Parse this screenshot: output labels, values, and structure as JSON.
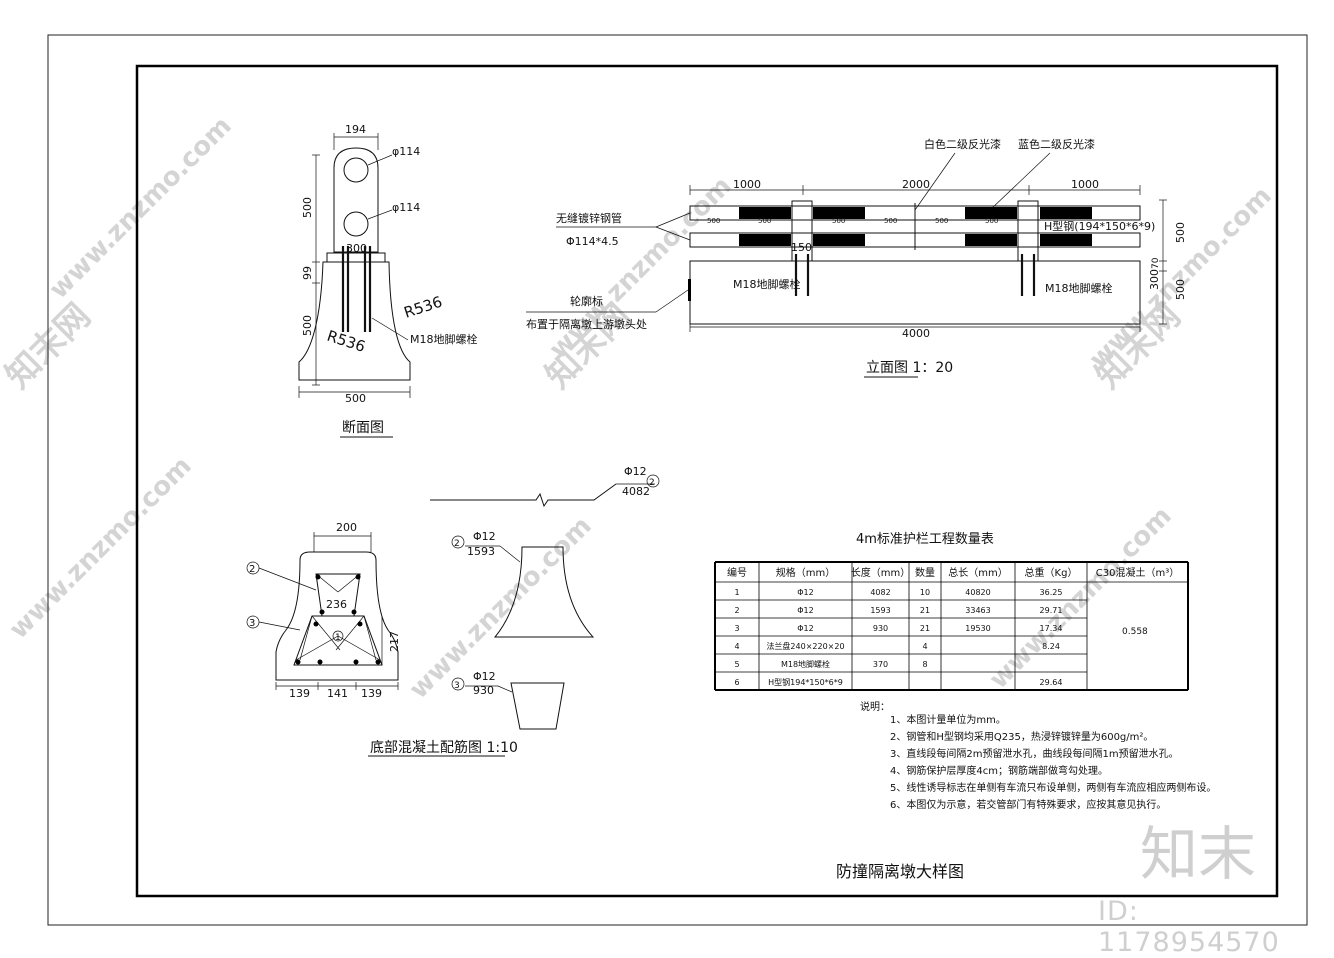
{
  "title": "防撞隔离墩大样图",
  "section_view": {
    "caption": "断面图",
    "dims": {
      "top_width": "194",
      "pipe_upper": "φ114",
      "pipe_lower": "φ114",
      "h500_top": "500",
      "w300": "300",
      "h99": "99",
      "h500_base": "500",
      "r_right": "R536",
      "r_left": "R536",
      "bolt": "M18地脚螺栓",
      "base_width": "500"
    }
  },
  "elevation_view": {
    "caption": "立面图 1：20",
    "labels": {
      "paint_white": "白色二级反光漆",
      "paint_blue": "蓝色二级反光漆",
      "pipe_name": "无缝镀锌钢管",
      "pipe_spec": "Φ114*4.5",
      "reflector": "轮廓标",
      "reflector_note": "布置于隔离墩上游墩头处",
      "bolt_left": "M18地脚螺栓",
      "bolt_right": "M18地脚螺栓",
      "hsteel": "H型钢(194*150*6*9)"
    },
    "dims": {
      "d1000_left": "1000",
      "d2000": "2000",
      "d1000_right": "1000",
      "seg500": "500",
      "d150": "150",
      "d4000": "4000",
      "h500_upper": "500",
      "h70": "70",
      "h300": "300",
      "h500_lower": "500"
    }
  },
  "rebar_view": {
    "caption": "底部混凝土配筋图 1:10",
    "dims": {
      "w200": "200",
      "w236": "236",
      "h217": "217",
      "b139_left": "139",
      "b141": "141",
      "b139_right": "139"
    },
    "markers": {
      "m1": "1",
      "m2": "2",
      "m3": "3"
    },
    "bar2_top": {
      "dia": "Φ12",
      "len": "4082",
      "mark": "2"
    },
    "bar2": {
      "mark": "2",
      "dia": "Φ12",
      "len": "1593"
    },
    "bar3": {
      "mark": "3",
      "dia": "Φ12",
      "len": "930"
    }
  },
  "quantity_table": {
    "title": "4m标准护栏工程数量表",
    "headers": [
      "编号",
      "规格（mm）",
      "长度（mm）",
      "数量",
      "总长（mm）",
      "总重（Kg）",
      "C30混凝土（m³）"
    ],
    "rows": [
      [
        "1",
        "Φ12",
        "4082",
        "10",
        "40820",
        "36.25"
      ],
      [
        "2",
        "Φ12",
        "1593",
        "21",
        "33463",
        "29.71"
      ],
      [
        "3",
        "Φ12",
        "930",
        "21",
        "19530",
        "17.34"
      ],
      [
        "4",
        "法兰盘240×220×20",
        "",
        "4",
        "",
        "8.24"
      ],
      [
        "5",
        "M18地脚螺栓",
        "370",
        "8",
        "",
        ""
      ],
      [
        "6",
        "H型钢194*150*6*9",
        "",
        "",
        "",
        "29.64"
      ]
    ],
    "concrete_value": "0.558"
  },
  "notes": {
    "heading": "说明：",
    "items": [
      "1、本图计量单位为mm。",
      "2、钢管和H型钢均采用Q235，热浸锌镀锌量为600g/m²。",
      "3、直线段每间隔2m预留泄水孔，曲线段每间隔1m预留泄水孔。",
      "4、钢筋保护层厚度4cm；钢筋端部做弯勾处理。",
      "5、线性诱导标志在单侧有车流只布设单侧，两侧有车流应相应两侧布设。",
      "6、本图仅为示意，若交管部门有特殊要求，应按其意见执行。"
    ]
  },
  "watermark": {
    "site": "www.znzmo.com",
    "brand": "知末网",
    "logo": "知末",
    "id": "ID: 1178954570"
  }
}
